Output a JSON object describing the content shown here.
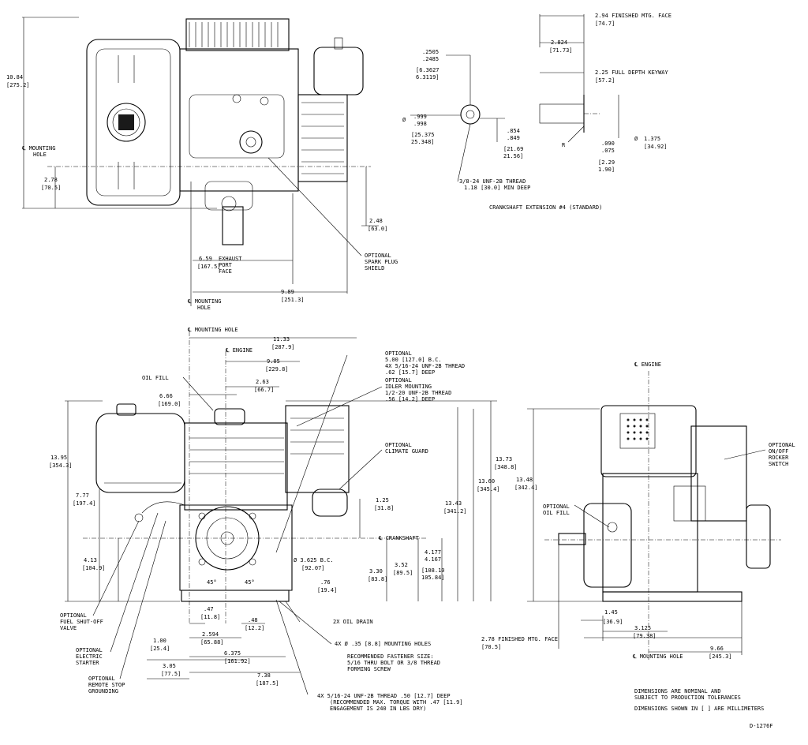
{
  "top_view": {
    "dim_height": "10.84",
    "dim_height_mm": "[275.2]",
    "mounting_hole_label_1": "℄ MOUNTING",
    "mounting_hole_label_2": "HOLE",
    "dim_278": "2.78",
    "dim_278_mm": "[70.5]",
    "dim_248": "2.48",
    "dim_248_mm": "[63.0]",
    "dim_659": "6.59",
    "dim_659_mm": "[167.5]",
    "exhaust_1": "EXHAUST",
    "exhaust_2": "PORT",
    "exhaust_3": "FACE",
    "dim_989": "9.89",
    "dim_989_mm": "[251.3]",
    "mh2_1": "℄ MOUNTING",
    "mh2_2": "HOLE",
    "spark_1": "OPTIONAL",
    "spark_2": "SPARK PLUG",
    "spark_3": "SHIELD"
  },
  "crankshaft_detail": {
    "d_2505": ".2505",
    "d_2485": ".2485",
    "d_63627": "[6.3627",
    "d_63119": "6.3119]",
    "d_999": ".999",
    "d_998": ".998",
    "d_25375": "[25.375",
    "d_25348": "25.348]",
    "d_854": ".854",
    "d_849": ".849",
    "d_2169": "[21.69",
    "d_2156": "21.56]",
    "thread_1": "3/8-24 UNF-2B THREAD",
    "thread_2": "1.18 [30.0] MIN DEEP",
    "d_294": "2.94  FINISHED MTG. FACE",
    "d_294_mm": "[74.7]",
    "d_2824": "2.824",
    "d_2824_mm": "[71.73]",
    "d_225": "2.25  FULL DEPTH KEYWAY",
    "d_225_mm": "[57.2]",
    "d_r": "R",
    "d_090": ".090",
    "d_075": ".075",
    "d_229": "[2.29",
    "d_190": "1.90]",
    "d_1375": "1.375",
    "d_1375_mm": "[34.92]",
    "caption": "CRANKSHAFT EXTENSION #4 (STANDARD)"
  },
  "front_view": {
    "mh": "℄ MOUNTING HOLE",
    "d_1133": "11.33",
    "d_1133_mm": "[287.9]",
    "engine": "℄ ENGINE",
    "d_905": "9.05",
    "d_905_mm": "[229.8]",
    "oil_fill": "OIL FILL",
    "d_666": "6.66",
    "d_666_mm": "[169.0]",
    "d_263": "2.63",
    "d_263_mm": "[66.7]",
    "opt1_1": "OPTIONAL",
    "opt1_2": "5.00 [127.0] B.C.",
    "opt1_3": "4X 5/16-24 UNF-2B THREAD",
    "opt1_4": ".62 [15.7] DEEP",
    "opt2_1": "OPTIONAL",
    "opt2_2": "IDLER MOUNTING",
    "opt2_3": "1/2-20 UNF-2B THREAD",
    "opt2_4": ".56 [14.2] DEEP",
    "opt3_1": "OPTIONAL",
    "opt3_2": "CLIMATE GUARD",
    "d_1395": "13.95",
    "d_1395_mm": "[354.3]",
    "d_777": "7.77",
    "d_777_mm": "[197.4]",
    "d_413": "4.13",
    "d_413_mm": "[104.9]",
    "d_125": "1.25",
    "d_125_mm": "[31.8]",
    "crankshaft": "℄ CRANKSHAFT",
    "d_1373": "13.73",
    "d_1373_mm": "[348.8]",
    "d_1360": "13.60",
    "d_1360_mm": "[345.4]",
    "d_1343": "13.43",
    "d_1343_mm": "[341.2]",
    "d_3625": "Ø  3.625 B.C.",
    "d_3625_mm": "[92.07]",
    "d_330": "3.30",
    "d_330_mm": "[83.8]",
    "d_352": "3.52",
    "d_352_mm": "[89.5]",
    "d_4177": "4.177",
    "d_4167": "4.167",
    "d_10810": "[108.10",
    "d_10584": "105.84]",
    "d_45a": "45°",
    "d_45b": "45°",
    "d_076": ".76",
    "d_076_mm": "[19.4]",
    "d_047": ".47",
    "d_047_mm": "[11.8]",
    "d_048": ".48",
    "d_048_mm": "[12.2]",
    "oil_drain": "2X OIL DRAIN",
    "d_2594": "2.594",
    "d_2594_mm": "[65.88]",
    "d_100": "1.00",
    "d_100_mm": "[25.4]",
    "d_6375": "6.375",
    "d_6375_mm": "[161.92]",
    "d_305": "3.05",
    "d_305_mm": "[77.5]",
    "d_738": "7.38",
    "d_738_mm": "[187.5]",
    "fuel_1": "OPTIONAL",
    "fuel_2": "FUEL SHUT-OFF",
    "fuel_3": "VALVE",
    "starter_1": "OPTIONAL",
    "starter_2": "ELECTRIC",
    "starter_3": "STARTER",
    "remote_1": "OPTIONAL",
    "remote_2": "REMOTE STOP",
    "remote_3": "GROUNDING",
    "mount_holes": "4X Ø .35 [8.8] MOUNTING HOLES",
    "fastener_1": "RECOMMENDED FASTENER SIZE:",
    "fastener_2": "5/16 THRU BOLT OR 3/8 THREAD",
    "fastener_3": "FORMING SCREW",
    "thread_1": "4X 5/16-24 UNF-2B THREAD .50 [12.7] DEEP",
    "thread_2": "(RECOMMENDED MAX. TORQUE WITH .47 [11.9]",
    "thread_3": "ENGAGEMENT IS 240 IN LBS DRY)"
  },
  "side_view": {
    "engine": "℄ ENGINE",
    "rocker_1": "OPTIONAL",
    "rocker_2": "ON/OFF",
    "rocker_3": "ROCKER",
    "rocker_4": "SWITCH",
    "oil_1": "OPTIONAL",
    "oil_2": "OIL FILL",
    "d_1348": "13.48",
    "d_1348_mm": "[342.4]",
    "d_145": "1.45",
    "d_145_mm": "[36.9]",
    "d_3125": "3.125",
    "d_3125_mm": "[79.38]",
    "d_278": "2.78  FINISHED MTG. FACE",
    "d_278_mm": "[70.5]",
    "d_966": "9.66",
    "d_966_mm": "[245.3]",
    "mh": "℄ MOUNTING HOLE"
  },
  "notes": {
    "note_1": "DIMENSIONS ARE NOMINAL AND",
    "note_2": "SUBJECT TO PRODUCTION TOLERANCES",
    "note_3": "DIMENSIONS SHOWN IN [  ] ARE MILLIMETERS",
    "drawing_no": "D-1276F"
  }
}
